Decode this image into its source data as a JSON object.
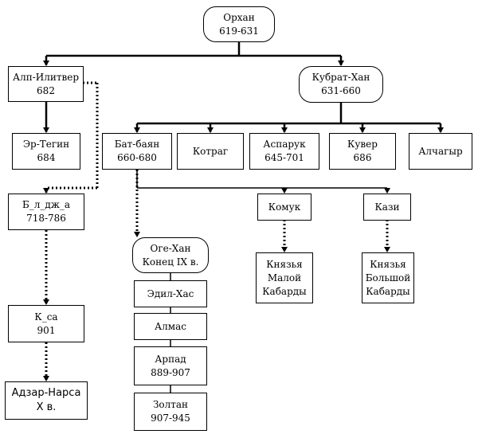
{
  "nodes": {
    "orkhan": {
      "name": "Орхан",
      "years": "619-631"
    },
    "alp": {
      "name": "Алп-Илитвер",
      "years": "682"
    },
    "kubrat": {
      "name": "Кубрат-Хан",
      "years": "631-660"
    },
    "er": {
      "name": "Эр-Тегин",
      "years": "684"
    },
    "bat": {
      "name": "Бат-баян",
      "years": "660-680"
    },
    "kotrag": {
      "name": "Котраг"
    },
    "asparuk": {
      "name": "Аспарук",
      "years": "645-701"
    },
    "kuver": {
      "name": "Кувер",
      "years": "686"
    },
    "alchagyr": {
      "name": "Алчагыр"
    },
    "bldzh": {
      "name": "Б_л_дж_а",
      "years": "718-786"
    },
    "komuk": {
      "name": "Комук"
    },
    "kazi": {
      "name": "Кази"
    },
    "oge": {
      "name": "Оге-Хан",
      "years": "Конец IX в."
    },
    "malaya": {
      "line1": "Князья",
      "line2": "Малой",
      "line3": "Кабарды"
    },
    "bolshaya": {
      "line1": "Князья",
      "line2": "Большой",
      "line3": "Кабарды"
    },
    "edil": {
      "name": "Эдил-Хас"
    },
    "almas": {
      "name": "Алмас"
    },
    "ksa": {
      "name": "К_са",
      "years": "901"
    },
    "arpad": {
      "name": "Арпад",
      "years": "889-907"
    },
    "adzar": {
      "name": "Адзар-Нарса",
      "years": "X в."
    },
    "zoltan": {
      "name": "Золтан",
      "years": "907-945"
    }
  }
}
